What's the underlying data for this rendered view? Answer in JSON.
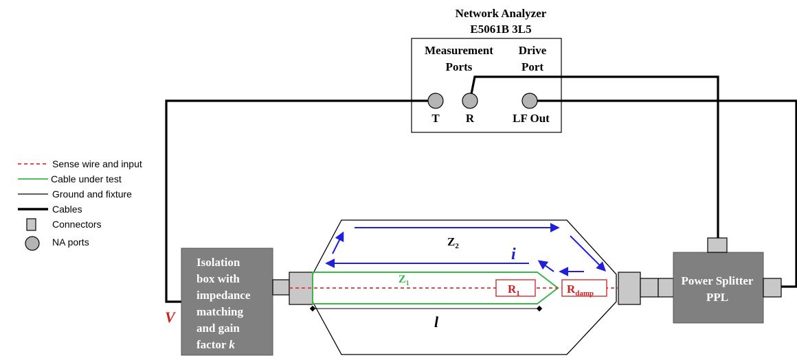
{
  "analyzer": {
    "title_line1": "Network Analyzer",
    "title_line2": "E5061B 3L5",
    "measurement_line1": "Measurement",
    "measurement_line2": "Ports",
    "drive_line1": "Drive",
    "drive_line2": "Port",
    "port_t": "T",
    "port_r": "R",
    "port_lf": "LF Out"
  },
  "legend": {
    "items": [
      {
        "label": "Sense wire and input",
        "symbol": "dashed-red-line",
        "color": "#e53030"
      },
      {
        "label": "Cable under test",
        "symbol": "green-line",
        "color": "#39b54a"
      },
      {
        "label": "Ground and fixture",
        "symbol": "thin-black-line",
        "color": "#000000"
      },
      {
        "label": "Cables",
        "symbol": "thick-black-line",
        "color": "#000000"
      },
      {
        "label": "Connectors",
        "symbol": "gray-square",
        "color": "#c8c8c8"
      },
      {
        "label": "NA ports",
        "symbol": "gray-circle",
        "color": "#b4b4b4"
      }
    ]
  },
  "isolation_box": {
    "lines": [
      "Isolation",
      "box with",
      "impedance",
      "matching",
      "and gain"
    ],
    "last_line_text": "factor ",
    "last_line_var": "k",
    "color": "#808080"
  },
  "splitter": {
    "line1": "Power Splitter",
    "line2": "PPL",
    "color": "#808080"
  },
  "fixture": {
    "z2_main": "Z",
    "z2_sub": "2",
    "z1_main": "Z",
    "z1_sub": "1",
    "current": "i",
    "length": "l",
    "r1_main": "R",
    "r1_sub": "1",
    "rdamp_main": "R",
    "rdamp_sub": "damp",
    "voltage": "V"
  },
  "colors": {
    "red": "#cc2020",
    "green": "#39b54a",
    "blue": "#1f1fdc",
    "connector": "#c8c8c8",
    "port": "#b4b4b4"
  }
}
